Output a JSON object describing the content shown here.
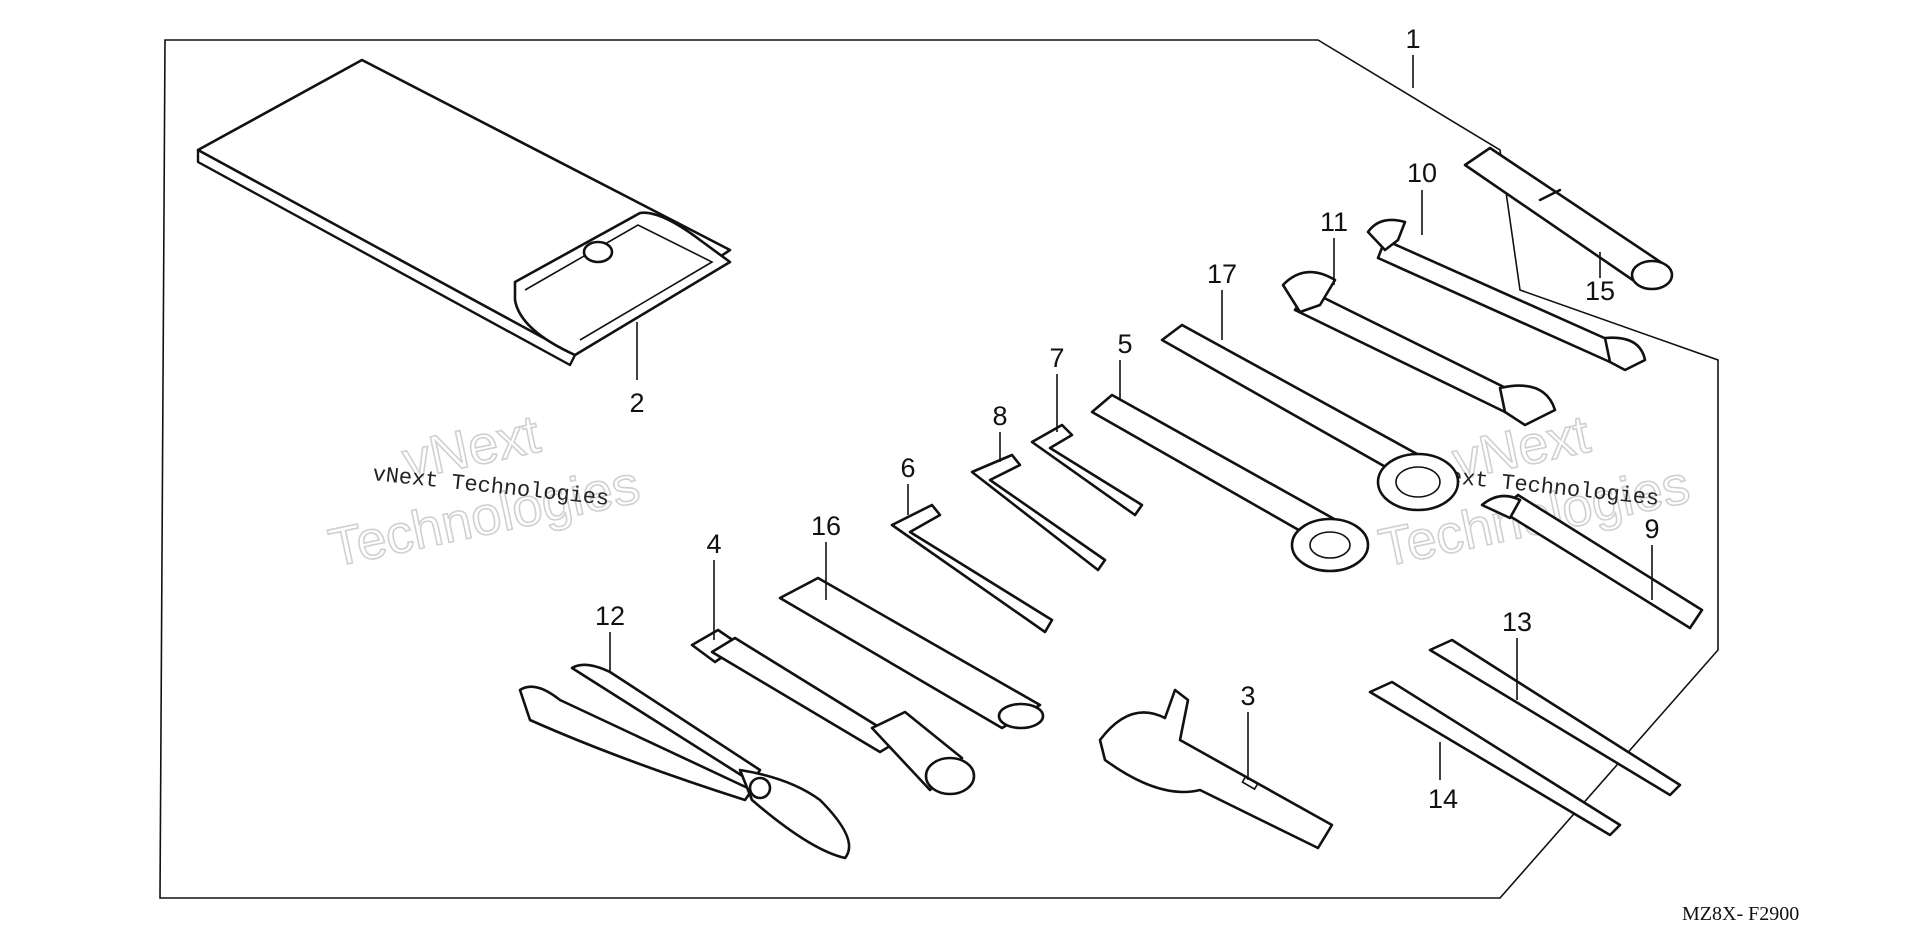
{
  "callouts": {
    "c1": "1",
    "c2": "2",
    "c3": "3",
    "c4": "4",
    "c5": "5",
    "c6": "6",
    "c7": "7",
    "c8": "8",
    "c9": "9",
    "c10": "10",
    "c11": "11",
    "c12": "12",
    "c13": "13",
    "c14": "14",
    "c15": "15",
    "c16": "16",
    "c17": "17"
  },
  "watermark": {
    "line": "vNext Technologies",
    "big_top": "vNext",
    "big_bottom": "Technologies"
  },
  "diagram_code": "MZ8X- F2900"
}
